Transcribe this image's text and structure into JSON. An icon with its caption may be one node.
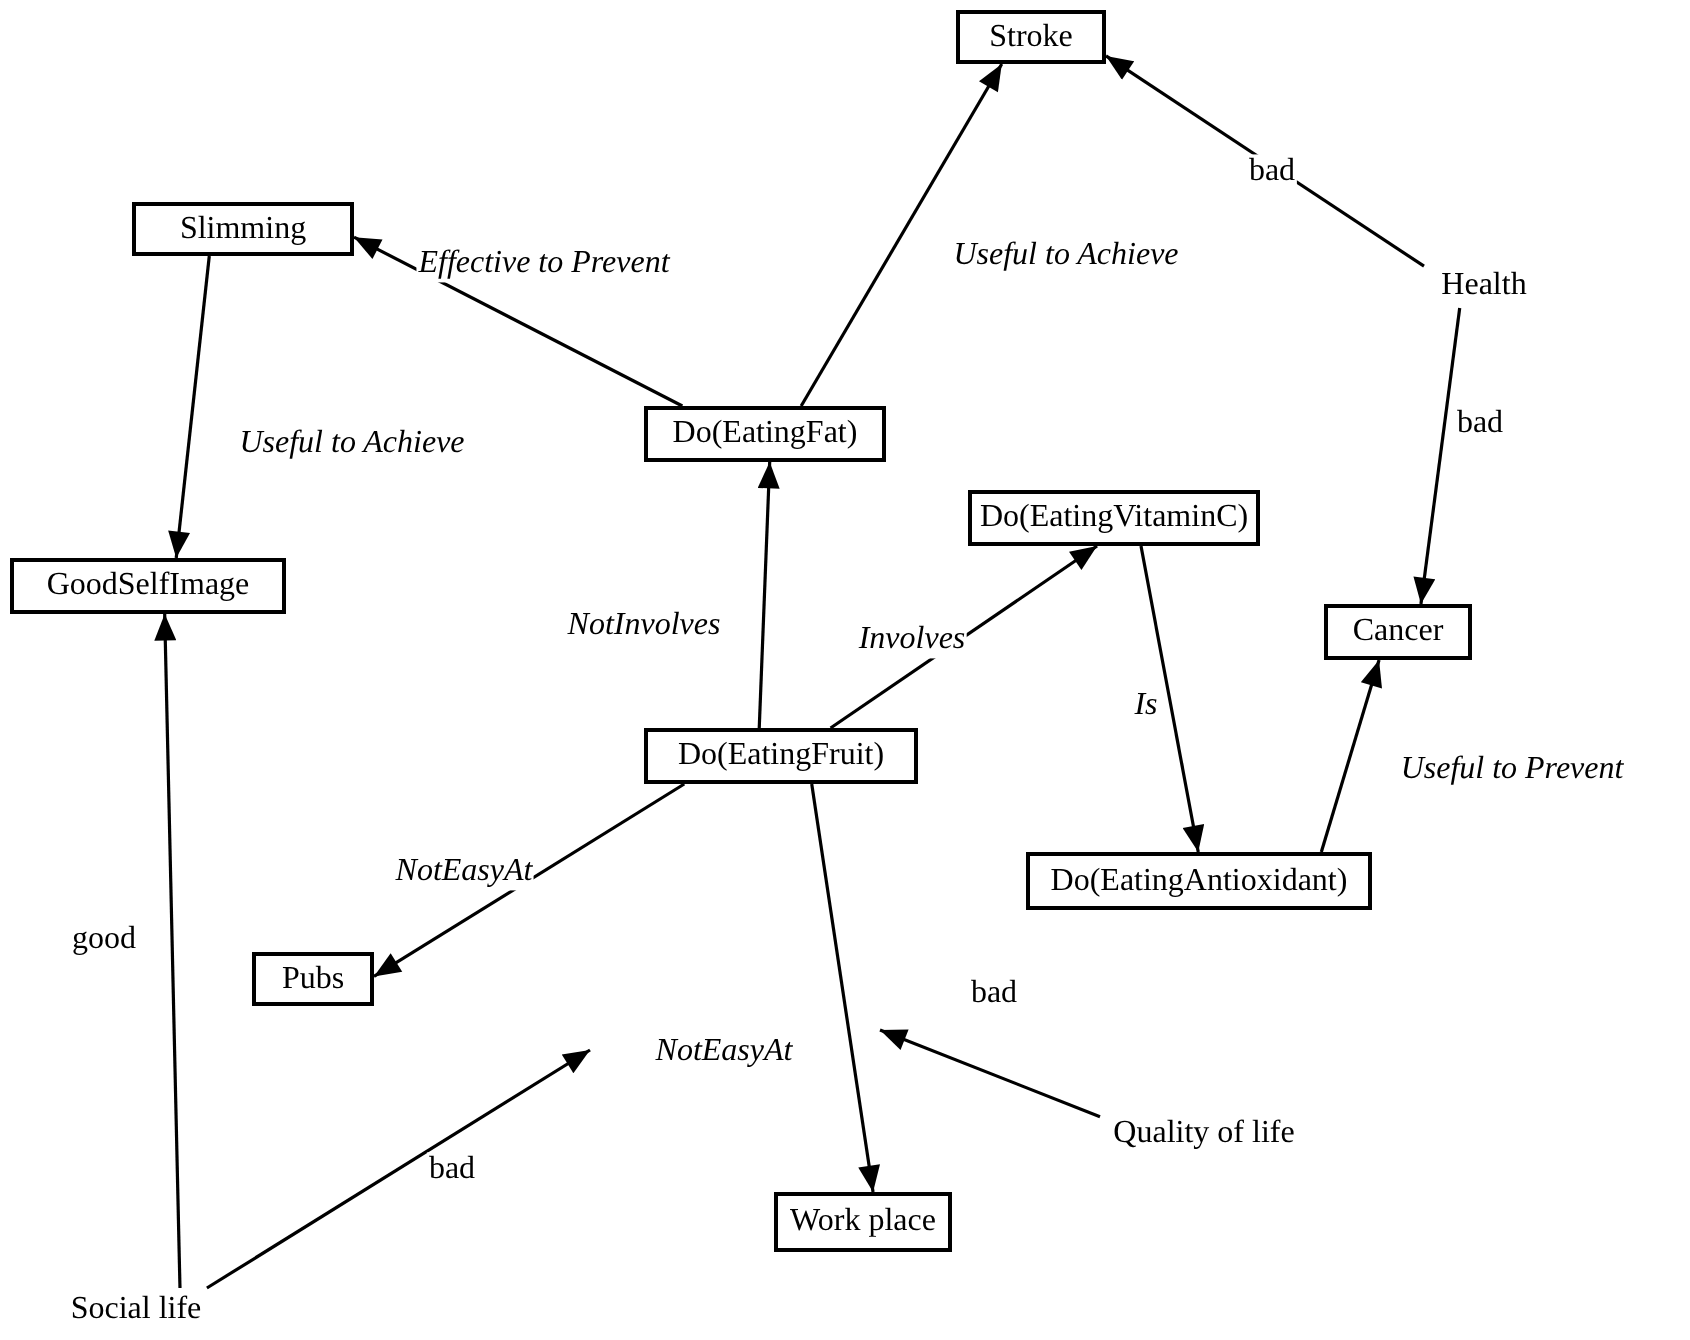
{
  "diagram": {
    "nodes": [
      {
        "text": [
          "Stroke"
        ]
      },
      {
        "text": [
          "Slimming"
        ]
      },
      {
        "text": [
          "Health"
        ]
      },
      {
        "text": [
          "Do(EatingFat)"
        ]
      },
      {
        "text": [
          "GoodSelfImage"
        ]
      },
      {
        "text": [
          "Do(EatingVitaminC)"
        ]
      },
      {
        "text": [
          "Cancer"
        ]
      },
      {
        "text": [
          "Do(EatingFruit)"
        ]
      },
      {
        "text": [
          "Do(EatingAntioxidant)"
        ]
      },
      {
        "text": [
          "Pubs"
        ]
      },
      {
        "text": [
          "Quality of life"
        ]
      },
      {
        "text": [
          "Work place"
        ]
      },
      {
        "text": [
          "Social life"
        ]
      }
    ],
    "edges": [
      {
        "from": 2,
        "to": 0,
        "arrow": "to",
        "label": "bad"
      },
      {
        "from": 2,
        "to": 6,
        "arrow": "to",
        "label": "bad"
      },
      {
        "from": 3,
        "to": 1,
        "arrow": "to",
        "label": "Effective to Prevent"
      },
      {
        "from": 3,
        "to": 0,
        "arrow": "to",
        "label": "Useful to Achieve"
      },
      {
        "from": 1,
        "to": 4,
        "arrow": "to",
        "label": "Useful to Achieve"
      },
      {
        "from": 12,
        "to": 4,
        "arrow": "to",
        "label": "good"
      },
      {
        "from": 7,
        "to": 3,
        "arrow": "to",
        "label": "NotInvolves"
      },
      {
        "from": 7,
        "to": 5,
        "arrow": "to",
        "label": "Involves"
      },
      {
        "from": 5,
        "to": 8,
        "arrow": "to",
        "label": "Is"
      },
      {
        "from": 8,
        "to": 6,
        "arrow": "to",
        "label": "Useful to Prevent"
      },
      {
        "from": 7,
        "to": 9,
        "arrow": "to",
        "label": "NotEasyAt"
      },
      {
        "from": 12,
        "to": null,
        "arrow": "to",
        "label": "bad"
      },
      {
        "from": 7,
        "to": 11,
        "arrow": "to",
        "label": "NotEasyAt"
      },
      {
        "from": 10,
        "to": null,
        "arrow": "to",
        "label": "bad"
      }
    ]
  }
}
